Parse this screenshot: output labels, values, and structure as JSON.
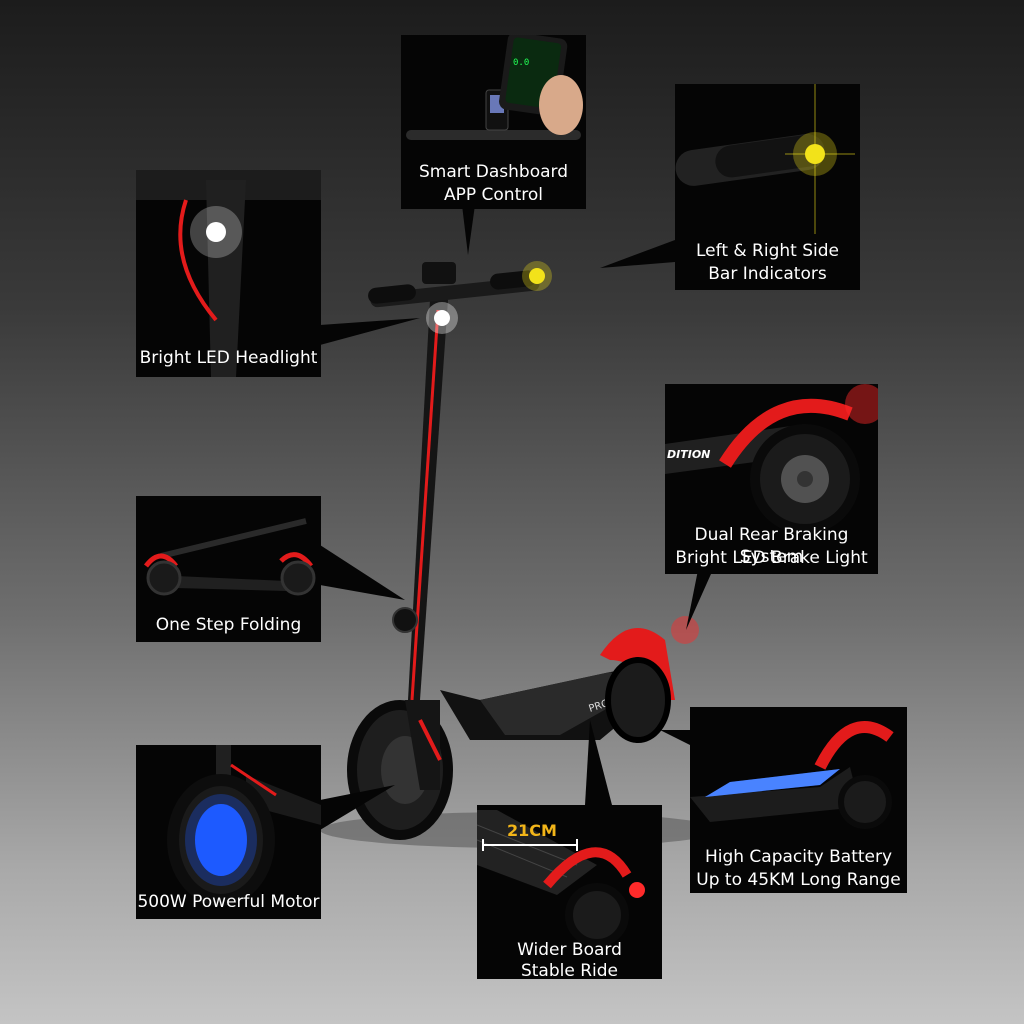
{
  "colors": {
    "accent": "#e31b1b",
    "indicator": "#f2e21a",
    "led": "#ffffff",
    "battery": "#2d6bff",
    "motor": "#1e5bff"
  },
  "features": {
    "dashboard": {
      "line1": "Smart Dashboard",
      "line2": "APP Control",
      "icon": "smartphone-app"
    },
    "indicators": {
      "line1": "Left & Right Side",
      "line2": "Bar Indicators",
      "icon": "handlebar-light"
    },
    "headlight": {
      "line1": "Bright LED Headlight",
      "icon": "headlight"
    },
    "braking": {
      "line1": "Dual Rear Braking System",
      "line2": "Bright LED Brake Light",
      "badge": "DITION",
      "icon": "rear-wheel"
    },
    "folding": {
      "line1": "One Step Folding",
      "icon": "folded-scooter"
    },
    "motor": {
      "line1": "500W Powerful Motor",
      "icon": "front-wheel"
    },
    "board": {
      "line1": "Wider Board",
      "line2": "Stable Ride",
      "measure": "21CM",
      "icon": "deck"
    },
    "battery": {
      "line1": "High Capacity Battery",
      "line2": "Up to 45KM Long Range",
      "icon": "battery-deck"
    }
  },
  "deck_text": "PRO-EDITION"
}
